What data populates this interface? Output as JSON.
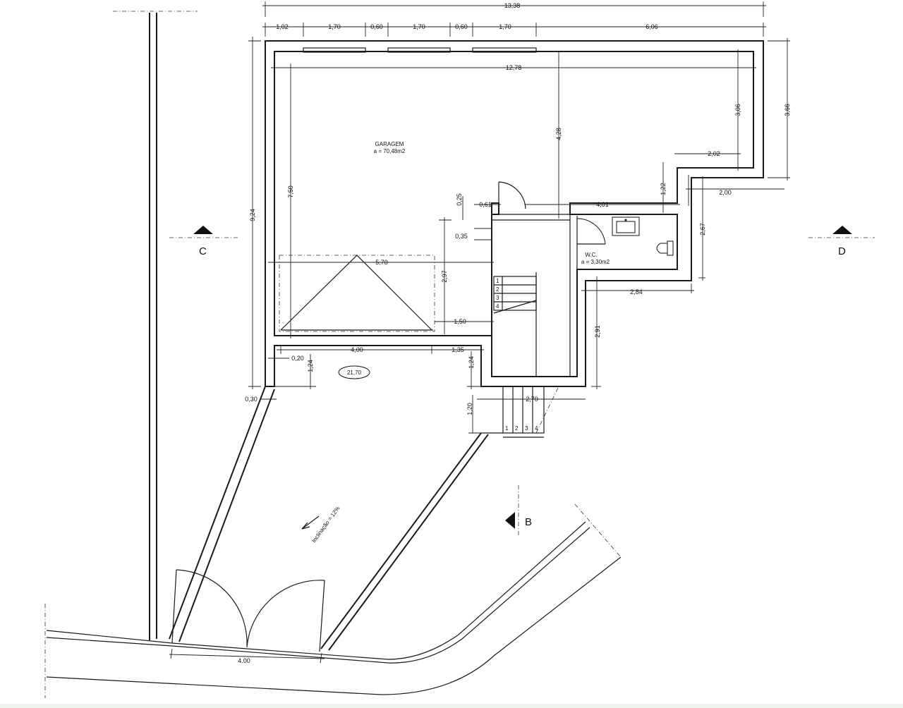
{
  "rooms": {
    "garage": {
      "name": "GARAGEM",
      "area": "a = 70,48m2"
    },
    "wc": {
      "name": "W.C.",
      "area": "a = 3,30m2"
    }
  },
  "level_marker": "21,70",
  "slope_label": "Inclinação = 12%",
  "section_markers": {
    "c": "C",
    "d": "D",
    "b": "B"
  },
  "stairs": {
    "interior_steps": [
      "1",
      "2",
      "3",
      "4"
    ],
    "exterior_steps": [
      "1",
      "2",
      "3",
      "4"
    ]
  },
  "dimensions": {
    "overall_width": "13,38",
    "top_1": "1,02",
    "top_2": "1,70",
    "top_3": "0,60",
    "top_4": "1,70",
    "top_5": "0,60",
    "top_6": "1,70",
    "top_7": "6,06",
    "inner_width": "12,78",
    "left_height": "9,24",
    "inner_left_height": "7,50",
    "center_height": "4,28",
    "right_inner_height": "3,06",
    "right_height": "3,66",
    "step_2_02": "2,02",
    "step_1_22": "1,22",
    "step_2_00": "2,00",
    "corridor_4_01": "4,01",
    "d_0_25": "0,25",
    "d_0_61": "0,61",
    "d_0_35": "0,35",
    "d_2_67": "2,67",
    "car_width": "5,70",
    "car_height": "2,97",
    "d_1_50": "1,50",
    "d_2_84": "2,84",
    "d_2_91": "2,91",
    "door_4_00": "4,00",
    "d_0_20": "0,20",
    "d_1_24_a": "1,24",
    "d_1_35": "1,35",
    "d_1_24_b": "1,24",
    "d_0_30": "0,30",
    "d_2_70": "2,70",
    "d_1_20": "1,20",
    "gate_4_00": "4.00"
  }
}
